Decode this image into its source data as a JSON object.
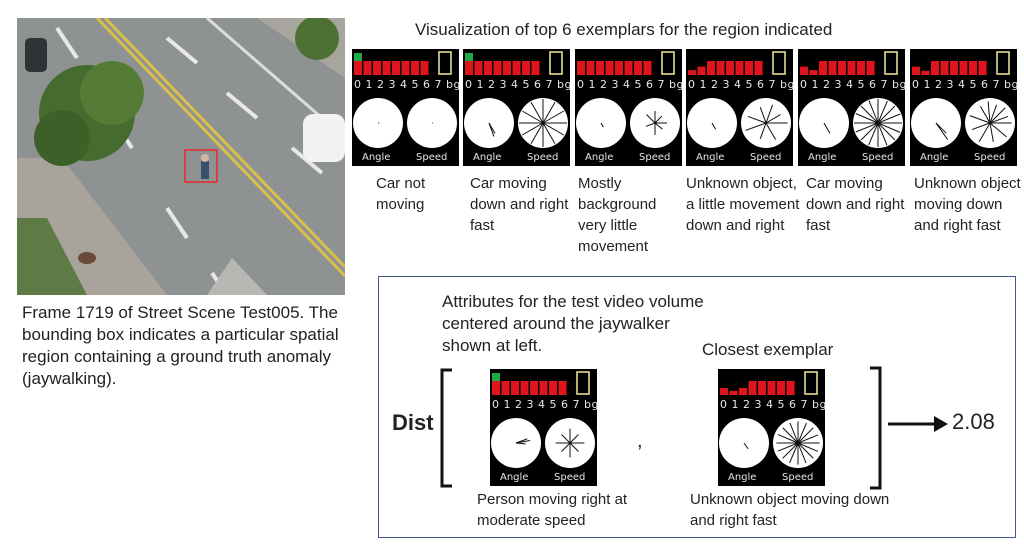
{
  "title": "Visualization of top 6 exemplars for the region indicated",
  "frame_caption": "Frame 1719 of Street Scene Test005.  The bounding box indicates a particular spatial region containing a ground truth anomaly (jaywalking).",
  "tile_digits": "0 1 2 3 4 5 6 7  bg",
  "tile_angle_label": "Angle",
  "tile_speed_label": "Speed",
  "exemplars": [
    {
      "caption": "Car not moving"
    },
    {
      "caption": "Car moving down and right fast"
    },
    {
      "caption": "Mostly background very little movement"
    },
    {
      "caption": "Unknown object, a little movement down and right"
    },
    {
      "caption": "Car moving down and right fast"
    },
    {
      "caption": "Unknown object moving down and right fast"
    }
  ],
  "attributes_title": "Attributes for the test video volume centered around the jaywalker shown at left.",
  "closest_title": "Closest exemplar",
  "dist_label": "Dist",
  "dist_value": "2.08",
  "comma": ",",
  "test_caption": "Person moving right at moderate speed",
  "closest_caption": "Unknown object moving down and right fast",
  "colors": {
    "bar_red": "#e0141c",
    "bar_green": "#1fa84a",
    "bg_yellow": "#f4ea9b",
    "box_border": "#3e5a8f"
  }
}
